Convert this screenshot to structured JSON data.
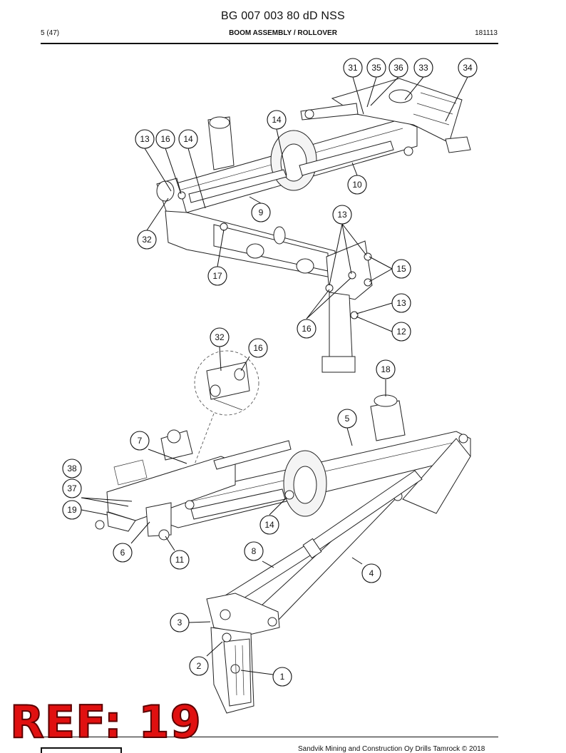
{
  "header": {
    "doc_number": "BG 007 003 80 dD NSS",
    "page": "5 (47)",
    "section_title": "BOOM ASSEMBLY / ROLLOVER",
    "date_code": "181113"
  },
  "footer": {
    "copyright": "Sandvik Mining and Construction Oy Drills Tamrock © 2018"
  },
  "stamp": {
    "label": "REF: 19",
    "color": "#e01010"
  },
  "callouts_top": [
    "31",
    "35",
    "36",
    "33",
    "34",
    "14",
    "13",
    "16",
    "14",
    "10",
    "9",
    "13",
    "32",
    "15",
    "17",
    "13",
    "16",
    "12"
  ],
  "callouts_detail": [
    "32",
    "16"
  ],
  "callouts_bottom": [
    "18",
    "5",
    "7",
    "38",
    "37",
    "19",
    "14",
    "6",
    "11",
    "8",
    "4",
    "3",
    "2",
    "1"
  ]
}
